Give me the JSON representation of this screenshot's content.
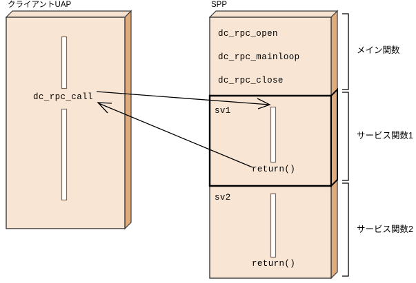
{
  "diagram": {
    "title_client": "クライアントUAP",
    "title_spp": "SPP",
    "colors": {
      "face": "#f8e5d4",
      "side": "#e0ac7e",
      "top": "#f6e2d0",
      "outline": "#3a3a3a",
      "bold_outline": "#000000",
      "bar_fill": "#ffffff",
      "bar_stroke": "#7a6a60",
      "arrow": "#000000",
      "text": "#000000"
    }
  },
  "client_box": {
    "label": "クライアントUAP",
    "call_label": "dc_rpc_call",
    "bars": [
      {
        "name": "upper-execution-bar"
      },
      {
        "name": "lower-execution-bar"
      }
    ]
  },
  "spp_box": {
    "label": "SPP",
    "main_section": {
      "lines": [
        "dc_rpc_open",
        "dc_rpc_mainloop",
        "dc_rpc_close"
      ]
    },
    "service_sections": [
      {
        "name": "sv1",
        "return_label": "return()",
        "highlighted": true
      },
      {
        "name": "sv2",
        "return_label": "return()",
        "highlighted": false
      }
    ]
  },
  "brackets": [
    {
      "label": "メイン関数"
    },
    {
      "label": "サービス関数1"
    },
    {
      "label": "サービス関数2"
    }
  ],
  "arrows": [
    {
      "name": "call-arrow",
      "from": "dc_rpc_call",
      "to": "sv1"
    },
    {
      "name": "return-arrow",
      "from": "return()",
      "to": "dc_rpc_call"
    }
  ]
}
